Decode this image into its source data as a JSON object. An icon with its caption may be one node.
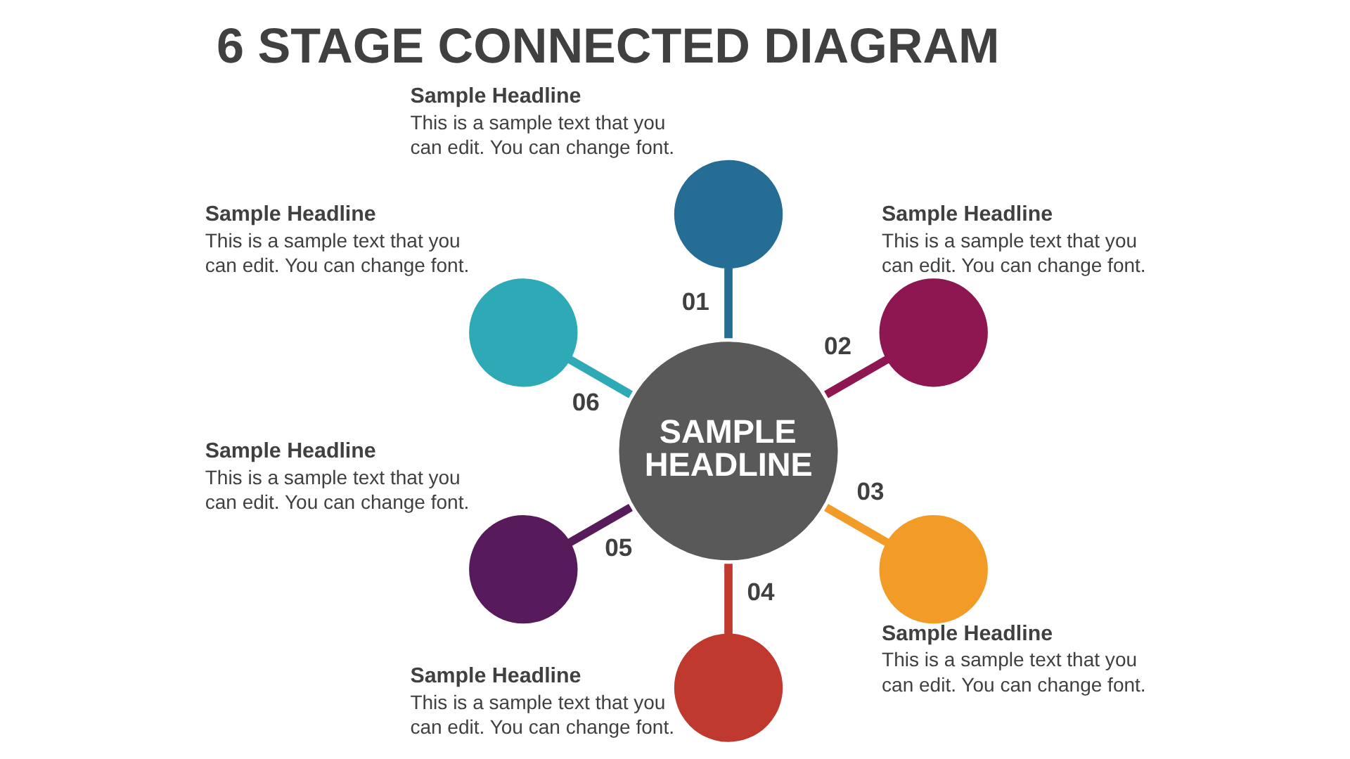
{
  "diagram": {
    "title": "6 STAGE CONNECTED DIAGRAM",
    "nodes": [
      {
        "text": [
          "SAMPLE HEADLINE"
        ]
      },
      {
        "text": [],
        "shape": "circle",
        "beside": [
          "Sample Headline",
          "This is a sample text that you can edit. You can change font."
        ]
      },
      {
        "text": [],
        "shape": "circle",
        "beside": [
          "Sample Headline",
          "This is a sample text that you can edit. You can change font."
        ]
      },
      {
        "text": [],
        "shape": "circle",
        "beside": [
          "Sample Headline",
          "This is a sample text that you can edit. You can change font."
        ]
      },
      {
        "text": [],
        "shape": "circle",
        "beside": [
          "Sample Headline",
          "This is a sample text that you can edit. You can change font."
        ]
      },
      {
        "text": [],
        "shape": "circle",
        "beside": [
          "Sample Headline",
          "This is a sample text that you can edit. You can change font."
        ]
      },
      {
        "text": [],
        "shape": "circle",
        "beside": [
          "Sample Headline",
          "This is a sample text that you can edit. You can change font."
        ]
      }
    ],
    "edges": [
      {
        "from": 0,
        "to": 1,
        "arrow": "none",
        "label": "01",
        "color": "#256d94"
      },
      {
        "from": 0,
        "to": 2,
        "arrow": "none",
        "label": "02",
        "color": "#8e1752"
      },
      {
        "from": 0,
        "to": 3,
        "arrow": "none",
        "label": "03",
        "color": "#f29b26"
      },
      {
        "from": 0,
        "to": 4,
        "arrow": "none",
        "label": "04",
        "color": "#c0392f"
      },
      {
        "from": 0,
        "to": 5,
        "arrow": "none",
        "label": "05",
        "color": "#571a5a"
      },
      {
        "from": 0,
        "to": 6,
        "arrow": "none",
        "label": "06",
        "color": "#2ea9b6"
      }
    ]
  }
}
